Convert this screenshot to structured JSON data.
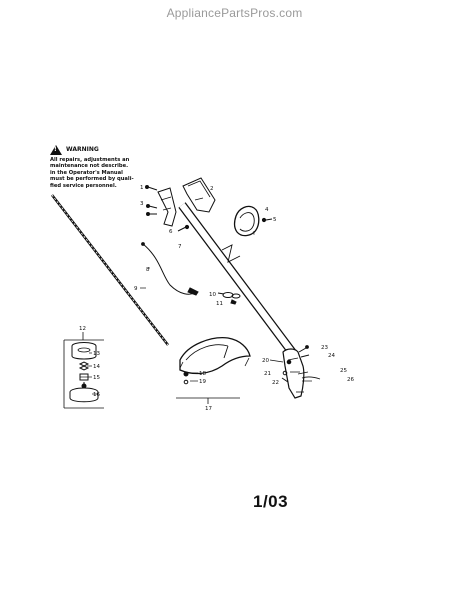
{
  "watermark": "AppliancePartsPros.com",
  "warning": {
    "title": "WARNING",
    "lines": [
      "All repairs, adjustments an",
      "maintenance not describe.",
      "in the Operator's Manual",
      "must be performed by quali-",
      "fied service personnel."
    ]
  },
  "page_code": "1/03",
  "callouts": [
    "1",
    "2",
    "3",
    "4",
    "5",
    "6",
    "7",
    "8",
    "9",
    "10",
    "11",
    "12",
    "13",
    "14",
    "15",
    "16",
    "17",
    "18",
    "19",
    "20",
    "21",
    "22",
    "23",
    "24",
    "25",
    "26"
  ]
}
